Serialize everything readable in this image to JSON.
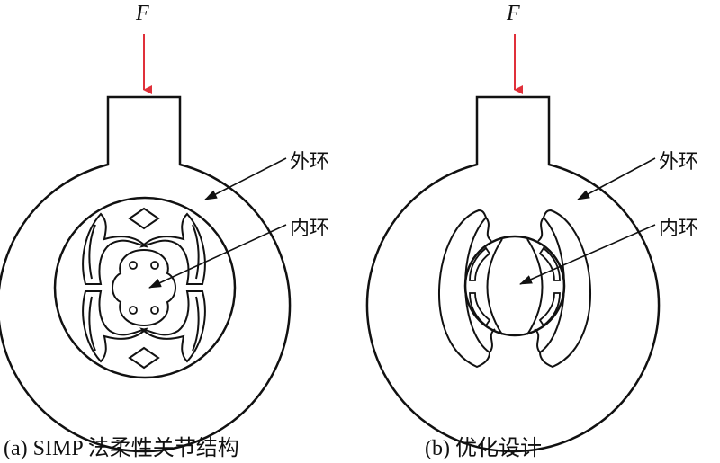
{
  "panel_a": {
    "force": "F",
    "outer_label": "外环",
    "inner_label": "内环",
    "caption": "(a) SIMP 法柔性关节结构"
  },
  "panel_b": {
    "force": "F",
    "outer_label": "外环",
    "inner_label": "内环",
    "caption": "(b) 优化设计"
  },
  "colors": {
    "force_arrow": "#e0303a",
    "stroke": "#111111"
  }
}
